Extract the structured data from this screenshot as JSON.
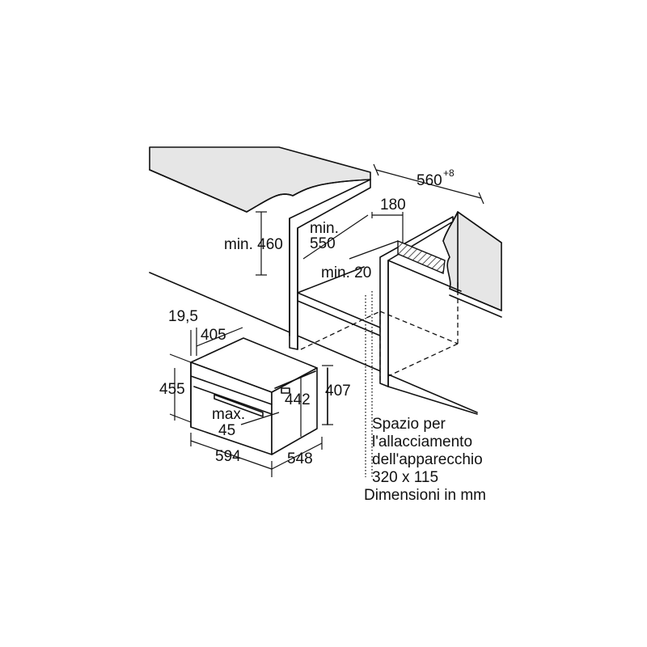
{
  "labels": {
    "width_560": "560",
    "width_560_sup": "+8",
    "depth_180": "180",
    "min_460": "min. 460",
    "min_550_a": "min.",
    "min_550_b": "550",
    "min_20": "min. 20",
    "dim_19_5": "19,5",
    "dim_405": "405",
    "dim_455": "455",
    "dim_442": "442",
    "dim_407": "407",
    "max_a": "max.",
    "max_b": "45",
    "dim_594": "594",
    "dim_548": "548"
  },
  "note": {
    "line1": "Spazio per",
    "line2": "l'allacciamento",
    "line3": "dell'apparecchio",
    "line4": "320 x 115",
    "line5": "Dimensioni in mm"
  }
}
